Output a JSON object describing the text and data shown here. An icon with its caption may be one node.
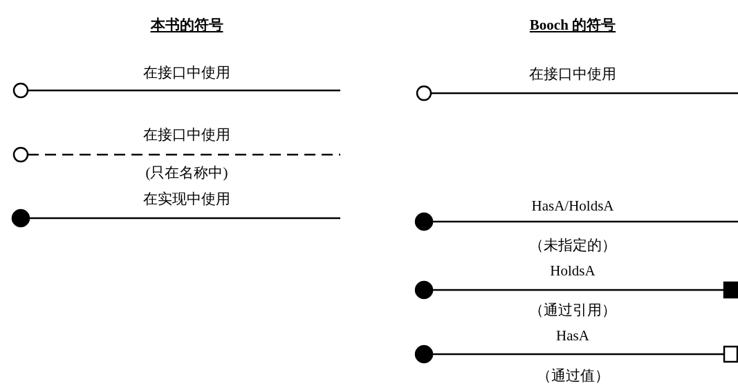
{
  "diagram": {
    "labels": [
      "本书的符号",
      "Booch 的符号",
      "在接口中使用",
      "在接口中使用",
      "在接口中使用",
      "(只在名称中)",
      "在实现中使用",
      "HasA/HoldsA",
      "（未指定的）",
      "HoldsA",
      "（通过引用）",
      "HasA",
      "（通过值）"
    ]
  }
}
